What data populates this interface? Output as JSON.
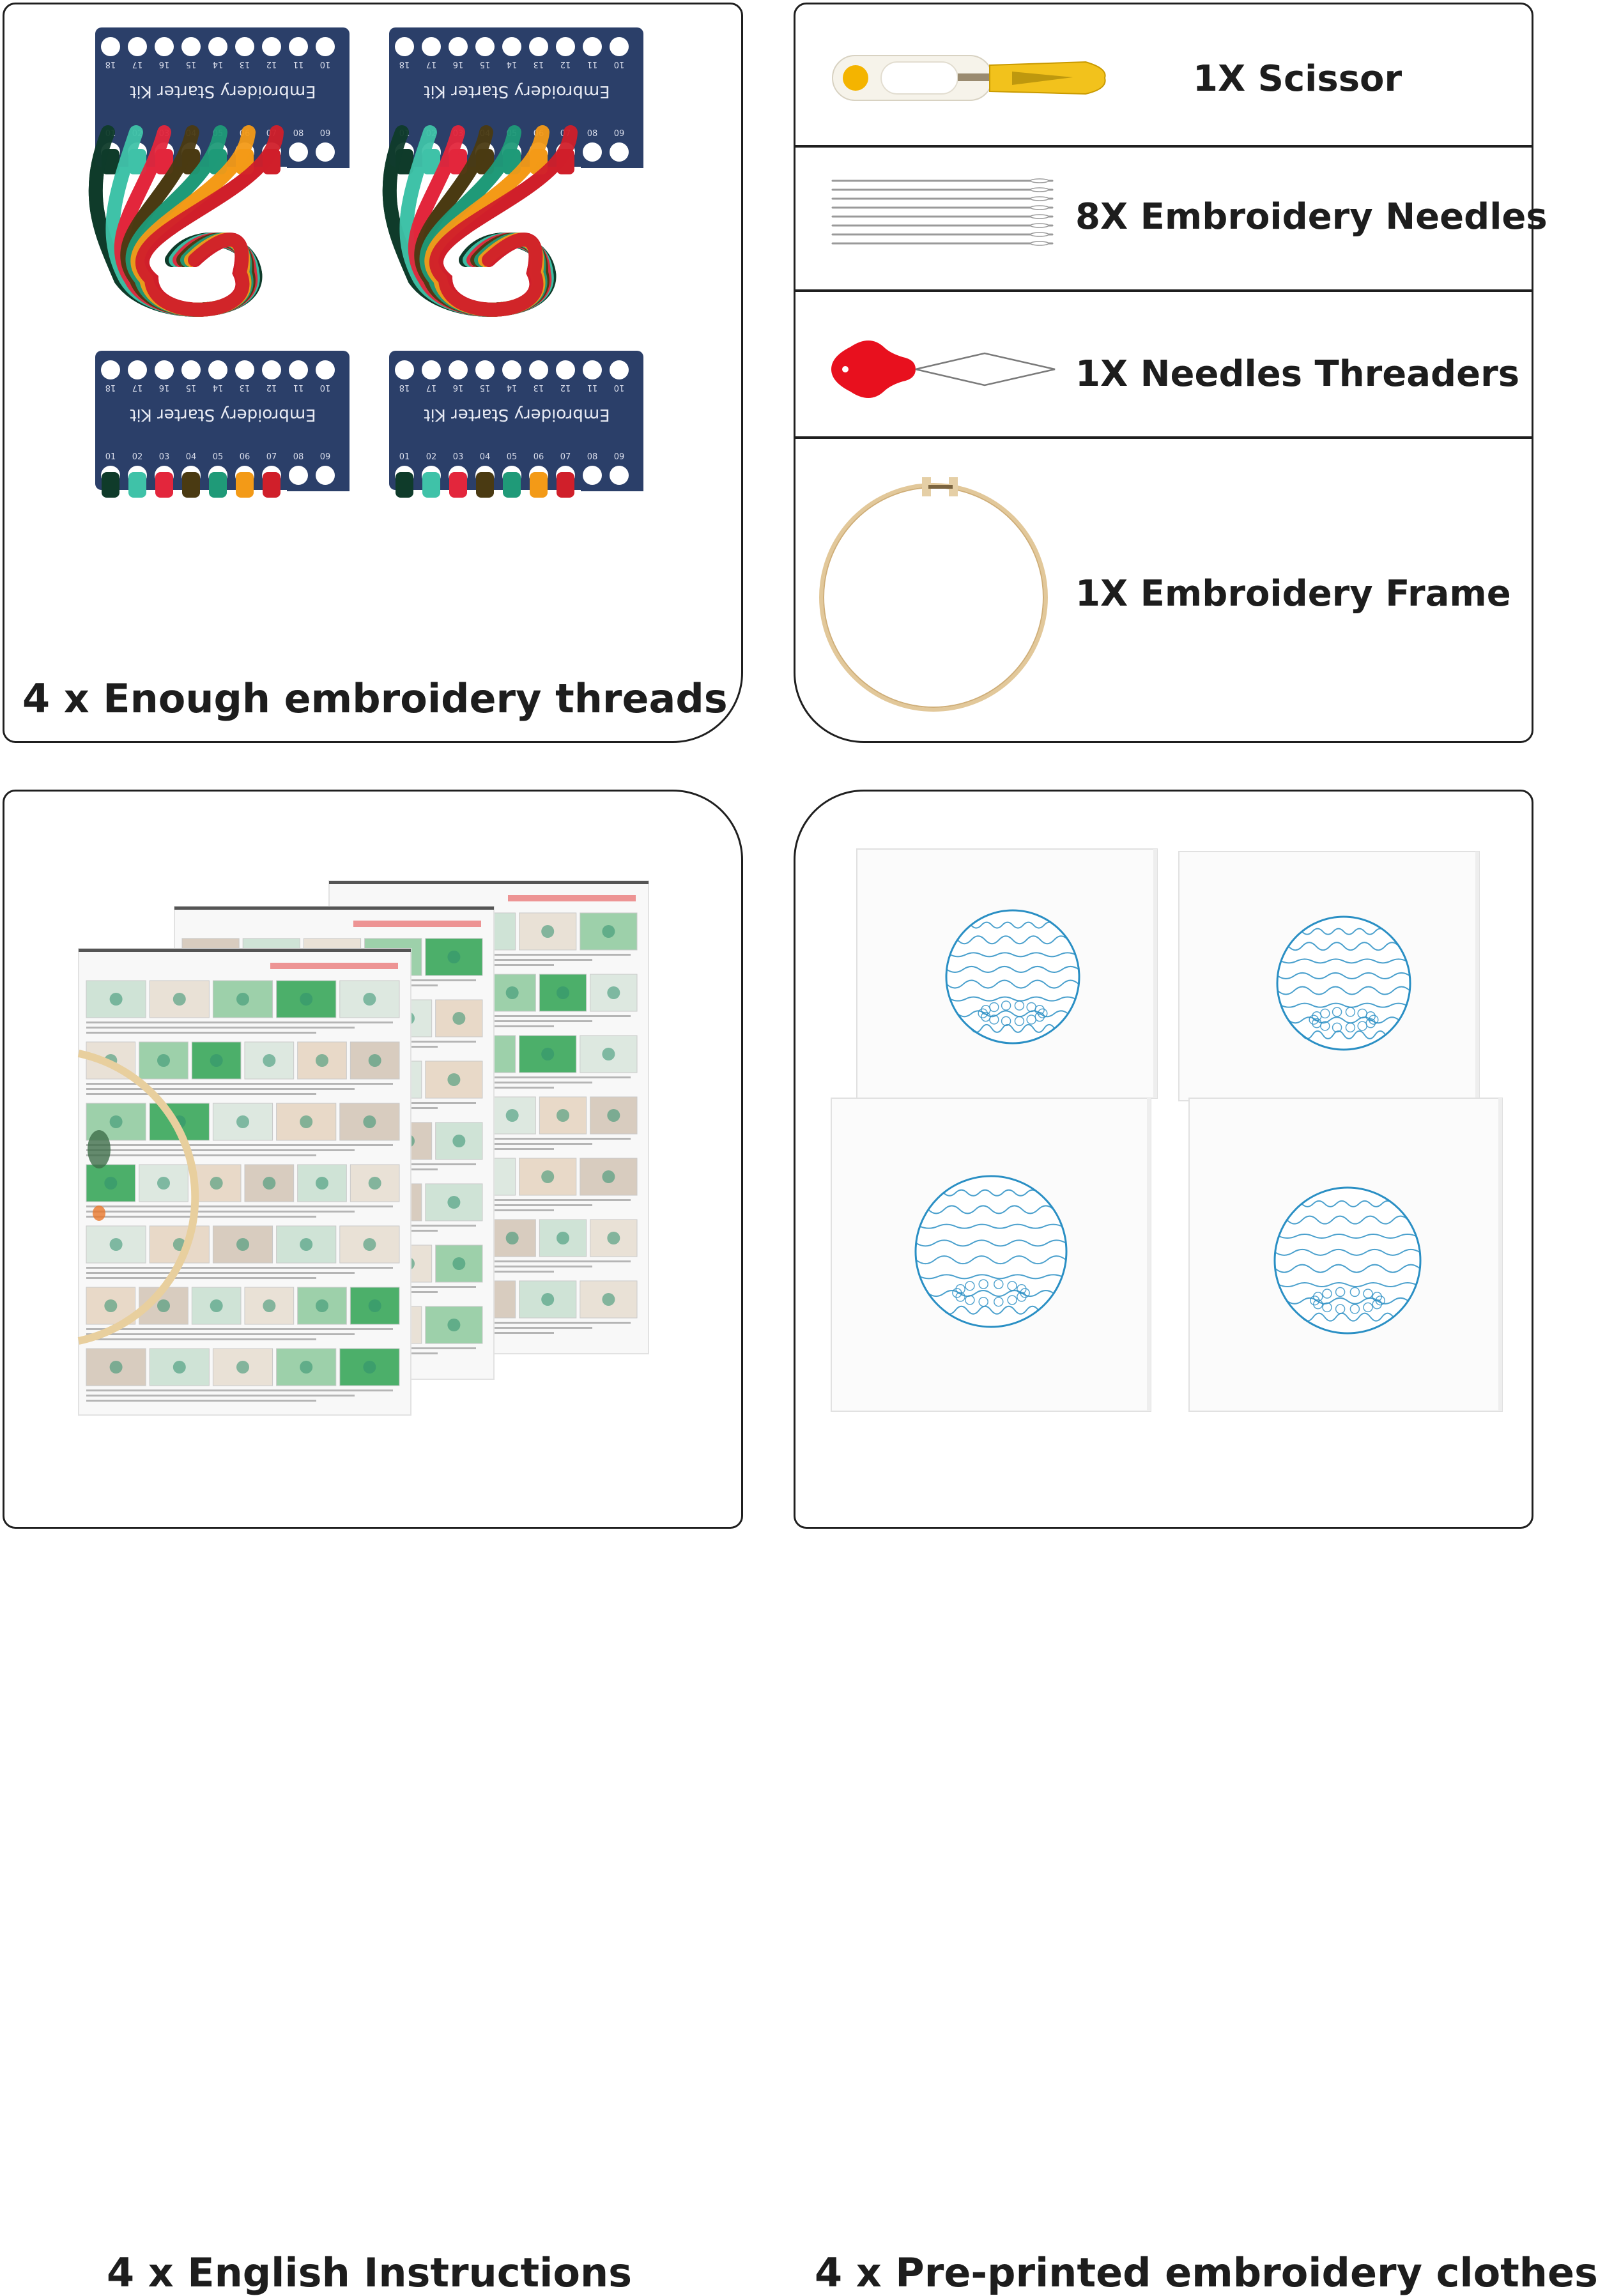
{
  "threads_panel": {
    "caption": "4 x Enough embroidery threads",
    "card_text": "Embroidery Starter Kit",
    "top_numbers": [
      "18",
      "17",
      "16",
      "15",
      "14",
      "13",
      "12",
      "11",
      "10"
    ],
    "bottom_numbers": [
      "01",
      "02",
      "03",
      "04",
      "05",
      "06",
      "07",
      "08",
      "09"
    ],
    "card_color": "#2b3f69"
  },
  "tools_panel": {
    "items": [
      {
        "label": "1X Scissor",
        "icon": "scissor-icon"
      },
      {
        "label": "8X Embroidery Needles",
        "icon": "needles-icon"
      },
      {
        "label": "1X Needles Threaders",
        "icon": "threader-icon"
      },
      {
        "label": "1X Embroidery Frame",
        "icon": "hoop-icon"
      }
    ]
  },
  "instructions_panel": {
    "caption": "4 x English Instructions"
  },
  "cloth_panel": {
    "caption": "4 x Pre-printed embroidery clothes",
    "print_color": "#2a8fc4"
  }
}
